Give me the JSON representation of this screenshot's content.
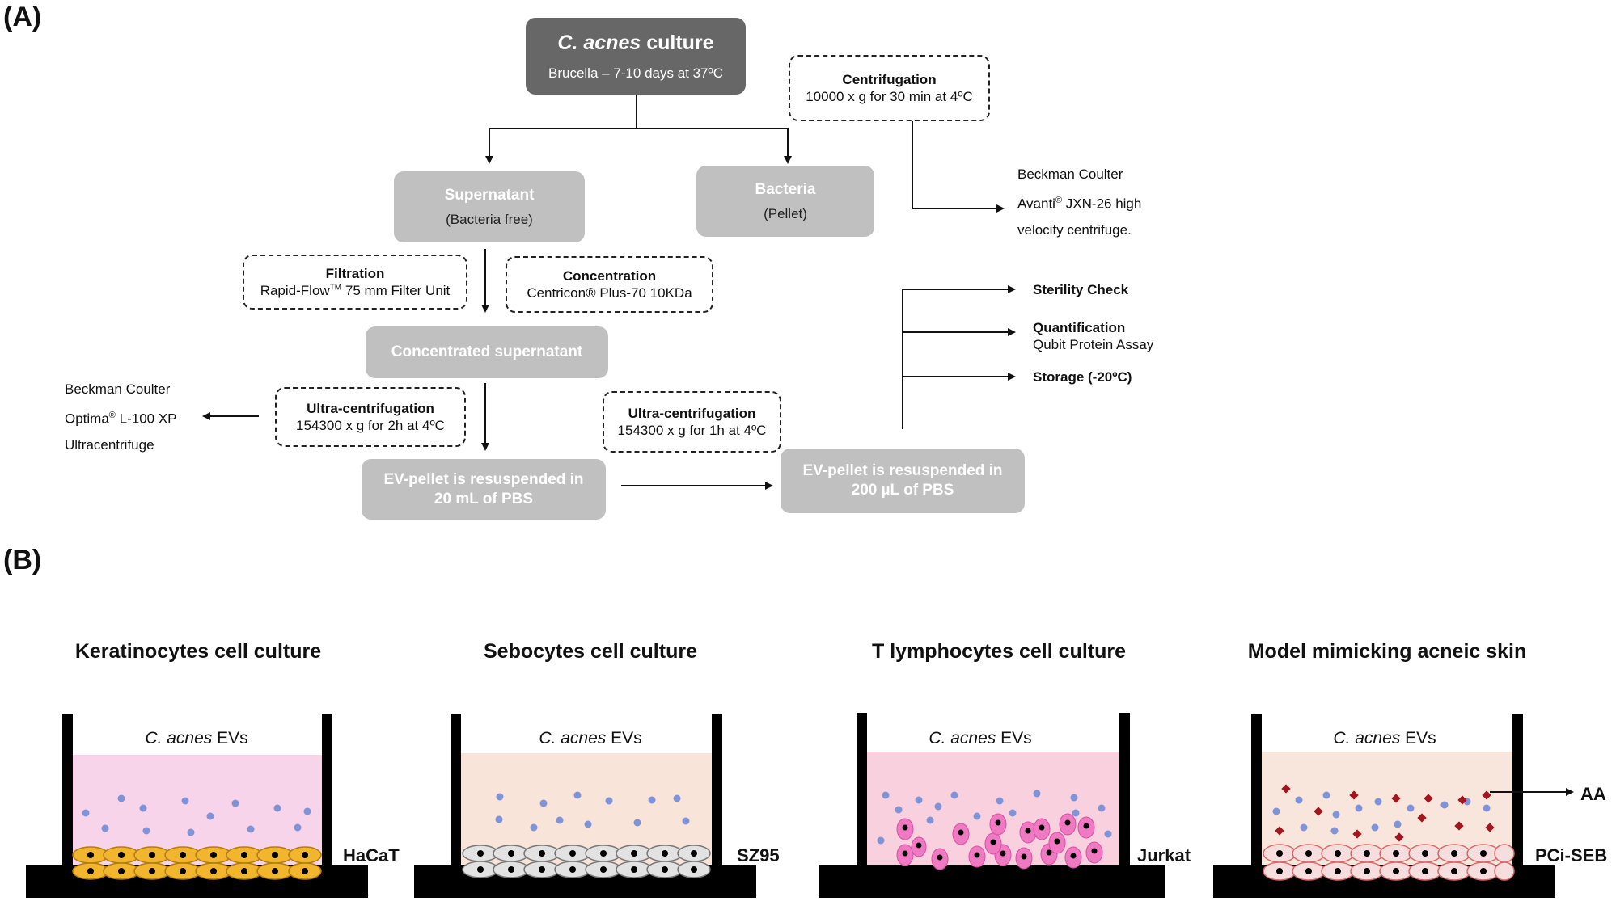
{
  "panel_a": {
    "label": "(A)",
    "culture": {
      "title_italic": "C. acnes",
      "title_rest": " culture",
      "subtitle": "Brucella – 7-10 days at 37ºC"
    },
    "centrifugation": {
      "title": "Centrifugation",
      "detail": "10000 x g for 30 min at 4ºC"
    },
    "centrifuge_note": {
      "line1": "Beckman Coulter",
      "line2_pre": "Avanti",
      "line2_sup": "®",
      "line2_post": " JXN-26 high",
      "line3": "velocity centrifuge."
    },
    "supernatant": {
      "title": "Supernatant",
      "detail": "(Bacteria free)"
    },
    "bacteria": {
      "title": "Bacteria",
      "detail": "(Pellet)"
    },
    "filtration": {
      "title": "Filtration",
      "detail_pre": "Rapid-Flow",
      "detail_sup": "TM",
      "detail_post": " 75 mm Filter Unit"
    },
    "concentration": {
      "title": "Concentration",
      "detail": "Centricon® Plus-70 10KDa"
    },
    "concentrated": {
      "title": "Concentrated supernatant"
    },
    "ultra_note": {
      "line1": "Beckman Coulter",
      "line2_pre": "Optima",
      "line2_sup": "®",
      "line2_post": " L-100 XP",
      "line3": "Ultracentrifuge"
    },
    "ultra1": {
      "title": "Ultra-centrifugation",
      "detail": "154300 x g for 2h at 4ºC"
    },
    "ultra2": {
      "title": "Ultra-centrifugation",
      "detail": "154300 x g for 1h at 4ºC"
    },
    "pellet1": {
      "line1": "EV-pellet is resuspended in",
      "line2": "20 mL of PBS"
    },
    "pellet2": {
      "line1": "EV-pellet is resuspended in",
      "line2": "200 µL of PBS"
    },
    "outputs": {
      "sterility": "Sterility Check",
      "quant_title": "Quantification",
      "quant_detail": "Qubit Protein Assay",
      "storage": "Storage (-20ºC)"
    }
  },
  "panel_b": {
    "label": "(B)",
    "evs_italic": "C. acnes",
    "evs_rest": " EVs",
    "cultures": [
      {
        "title": "Keratinocytes cell culture",
        "cell_label": "HaCaT",
        "medium_color": "#f8d4ea",
        "cell_color": "#f2b52e"
      },
      {
        "title": "Sebocytes cell culture",
        "cell_label": "SZ95",
        "medium_color": "#f8e4d8",
        "cell_color": "#dcdcdc"
      },
      {
        "title": "T lymphocytes cell culture",
        "cell_label": "Jurkat",
        "medium_color": "#f8d0de",
        "cell_color": "#f07ac2"
      },
      {
        "title": "Model mimicking acneic skin",
        "cell_label": "PCi-SEB",
        "medium_color": "#f8e6dc",
        "cell_color": "#f1c6c6"
      }
    ],
    "aa_label": "AA"
  }
}
